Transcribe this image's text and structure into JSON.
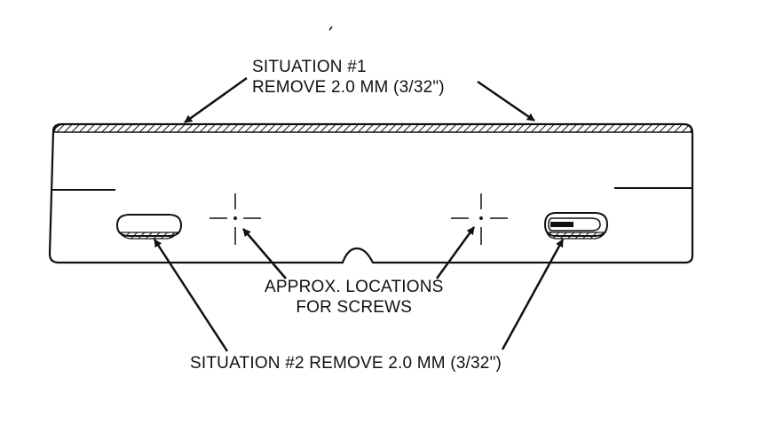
{
  "labels": {
    "situation_1_line1": "SITUATION #1",
    "situation_1_line2": "REMOVE 2.0 MM (3/32\")",
    "screws_line1": "APPROX. LOCATIONS",
    "screws_line2": "FOR SCREWS",
    "situation_2": "SITUATION #2 REMOVE 2.0 MM (3/32\")"
  },
  "colors": {
    "ink": "#111111",
    "background": "#ffffff"
  }
}
